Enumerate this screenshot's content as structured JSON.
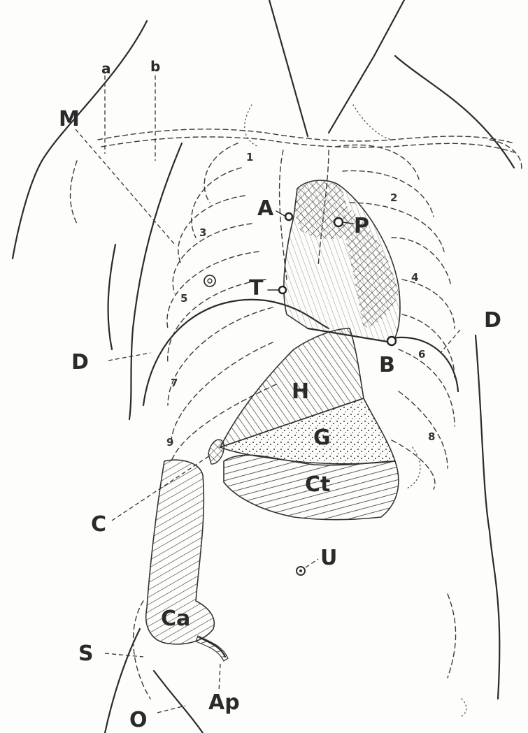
{
  "labels": {
    "a": "a",
    "b": "b",
    "M": "M",
    "A": "A",
    "P": "P",
    "T": "T",
    "B": "B",
    "D_left": "D",
    "D_right": "D",
    "H": "H",
    "G": "G",
    "Ct": "Ct",
    "C": "C",
    "U": "U",
    "Ca": "Ca",
    "S": "S",
    "Ap": "Ap",
    "O": "O"
  },
  "ribs": {
    "r1": "1",
    "r2": "2",
    "r3": "3",
    "r4": "4",
    "r5": "5",
    "r6": "6",
    "r7": "7",
    "r8": "8",
    "r9": "9"
  },
  "colors": {
    "ink": "#2b2b2b",
    "paper": "#fdfdfb"
  }
}
